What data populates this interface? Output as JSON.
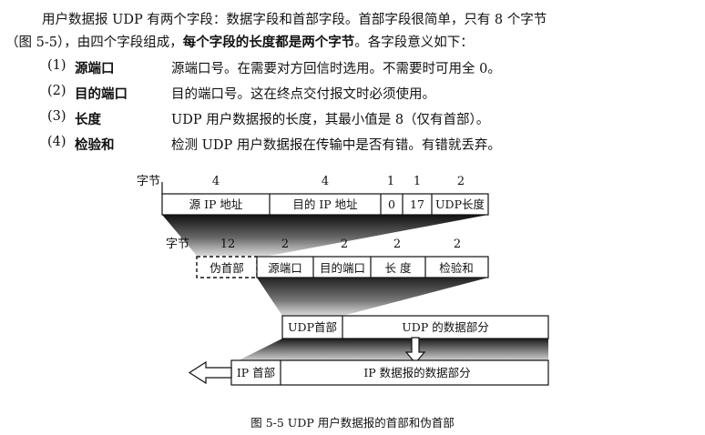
{
  "paragraph": {
    "line1": "用户数据报 UDP 有两个字段：数据字段和首部字段。首部字段很简单，只有 8 个字节",
    "line2_a": "（图 5-5），由四个字段组成，",
    "line2_bold": "每个字段的长度都是两个字节",
    "line2_b": "。各字段意义如下："
  },
  "fields": [
    {
      "num": "(1)",
      "name": "源端口",
      "desc": "源端口号。在需要对方回信时选用。不需要时可用全 0。"
    },
    {
      "num": "(2)",
      "name": "目的端口",
      "desc": "目的端口号。这在终点交付报文时必须使用。"
    },
    {
      "num": "(3)",
      "name": "长度",
      "desc": "UDP 用户数据报的长度，其最小值是 8（仅有首部）。"
    },
    {
      "num": "(4)",
      "name": "检验和",
      "desc": "检测 UDP 用户数据报在传输中是否有错。有错就丢弃。"
    }
  ],
  "figure": {
    "top_row": {
      "unit_label": "字节",
      "sizes": [
        "4",
        "4",
        "1",
        "1",
        "2"
      ],
      "cells": [
        "源 IP 地址",
        "目的 IP 地址",
        "0",
        "17",
        "UDP长度"
      ]
    },
    "second_row": {
      "unit_label": "字节",
      "sizes": [
        "12",
        "2",
        "2",
        "2",
        "2"
      ],
      "cells": [
        "伪首部",
        "源端口",
        "目的端口",
        "长 度",
        "检验和"
      ]
    },
    "udp_row": {
      "header": "UDP首部",
      "data": "UDP 的数据部分"
    },
    "ip_row": {
      "header": "IP 首部",
      "data": "IP 数据报的数据部分"
    },
    "caption": "图 5-5   UDP 用户数据报的首部和伪首部"
  }
}
